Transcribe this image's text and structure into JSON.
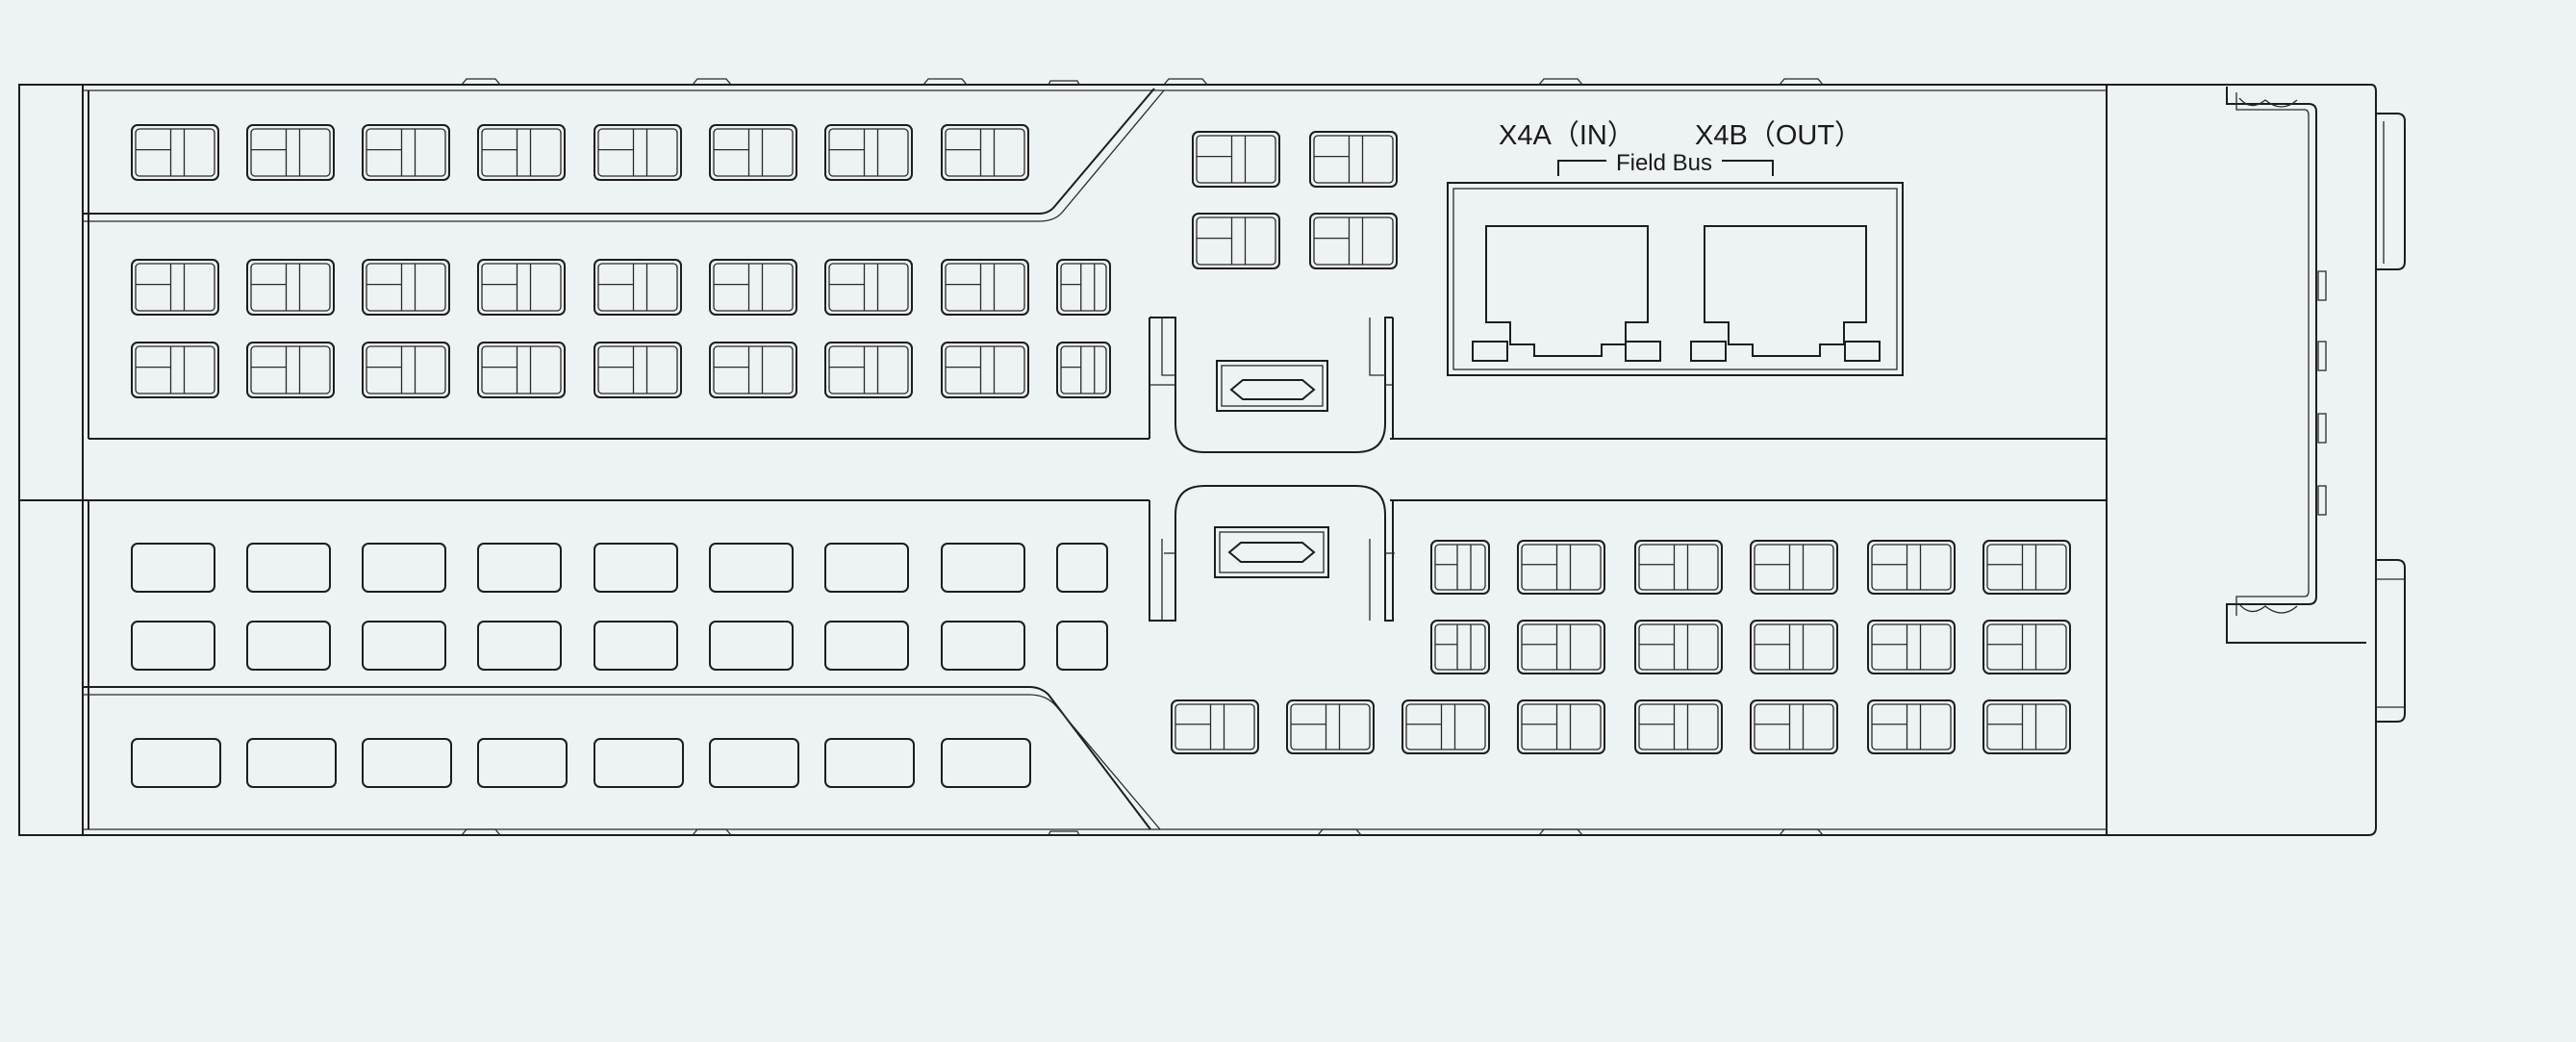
{
  "device": {
    "port_a_label": "X4A（IN）",
    "port_b_label": "X4B（OUT）",
    "bus_label": "Field Bus"
  },
  "colors": {
    "background": "#edf2f4",
    "line": "#1d1d1d"
  }
}
